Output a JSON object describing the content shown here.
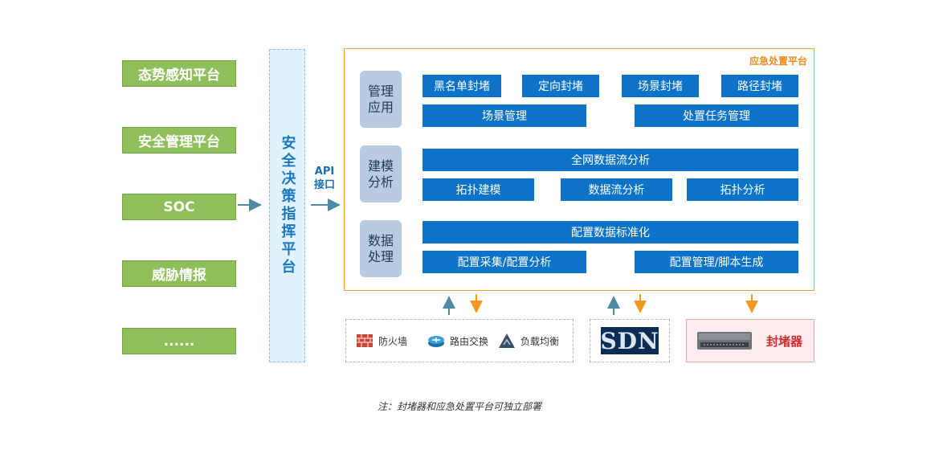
{
  "left_platforms": [
    "态势感知平台",
    "安全管理平台",
    "SOC",
    "威胁情报",
    "......"
  ],
  "decision_platform": "安全决策指挥平台",
  "api_label": [
    "API",
    "接口"
  ],
  "response_platform": {
    "title": "应急处置平台",
    "mgmt": {
      "label": [
        "管理",
        "应用"
      ],
      "row1": [
        "黑名单封堵",
        "定向封堵",
        "场景封堵",
        "路径封堵"
      ],
      "row2": [
        "场景管理",
        "处置任务管理"
      ]
    },
    "model": {
      "label": [
        "建模",
        "分析"
      ],
      "row1": [
        "全网数据流分析"
      ],
      "row2": [
        "拓扑建模",
        "数据流分析",
        "拓扑分析"
      ]
    },
    "data": {
      "label": [
        "数据",
        "处理"
      ],
      "row1": [
        "配置数据标准化"
      ],
      "row2": [
        "配置采集/配置分析",
        "配置管理/脚本生成"
      ]
    }
  },
  "devices": {
    "firewall": "防火墙",
    "router": "路由交换",
    "balancer": "负载均衡",
    "sdn": "SDN",
    "blocker": "封堵器"
  },
  "colors": {
    "green": "#8fbf5a",
    "blue": "#0d73c9",
    "orange": "#f3a33d",
    "arrow_blue": "#4f8aa3"
  },
  "footnote": "注：封堵器和应急处置平台可独立部署"
}
